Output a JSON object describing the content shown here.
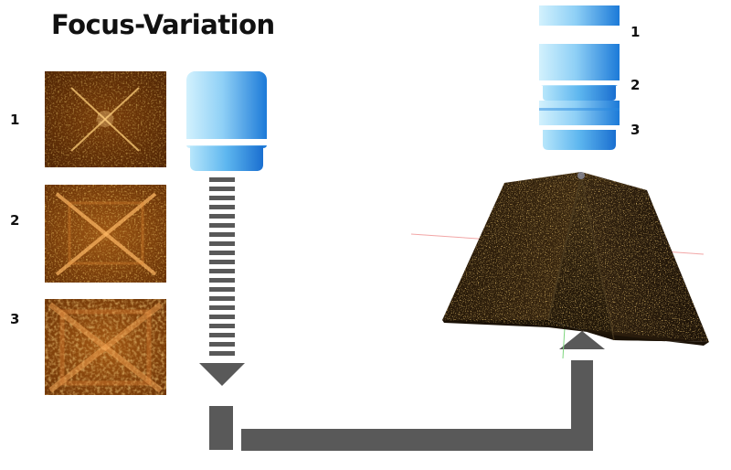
{
  "title": "Focus-Variation",
  "image_labels": [
    "1",
    "2",
    "3"
  ],
  "focus_labels": [
    "1",
    "2",
    "3"
  ],
  "colors": {
    "lens_light": "#bfe9fb",
    "lens_dark": "#1a78d8",
    "arrow_gray": "#595959",
    "sample_orange": "#c8701a",
    "sample_dark": "#2a1c0c",
    "axis_red": "#f2a6a6",
    "axis_green": "#7fd67f"
  }
}
